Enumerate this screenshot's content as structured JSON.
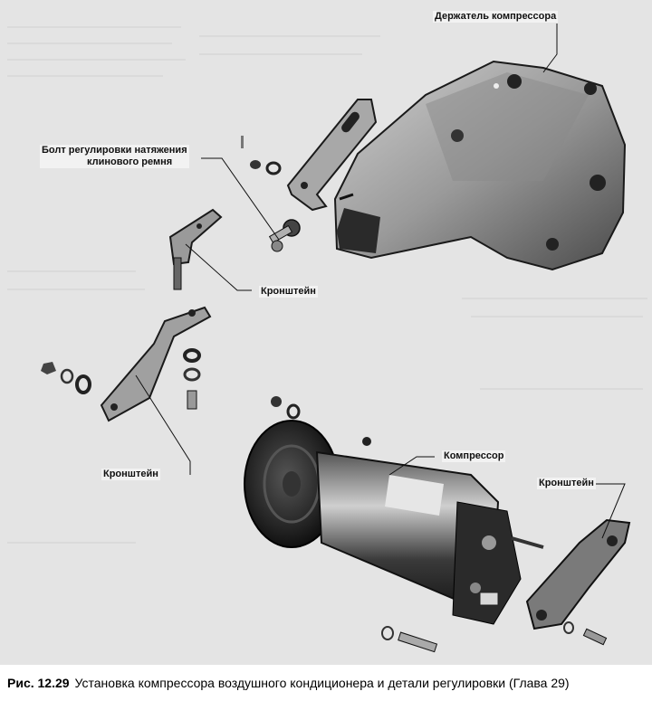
{
  "labels": {
    "compressor_holder": "Держатель компрессора",
    "belt_bolt_line1": "Болт регулировки натяжения",
    "belt_bolt_line2": "клинового ремня",
    "bracket_upper": "Кронштейн",
    "bracket_left": "Кронштейн",
    "compressor": "Компрессор",
    "bracket_right": "Кронштейн"
  },
  "caption": {
    "figure_number": "Рис. 12.29",
    "text": "Установка компрессора воздушного кондиционера  и детали регулировки  (Глава 29)"
  },
  "colors": {
    "background": "#e4e4e4",
    "metal_dark": "#2a2a2a",
    "metal_mid": "#6e6e6e",
    "metal_light": "#b8b8b8"
  }
}
